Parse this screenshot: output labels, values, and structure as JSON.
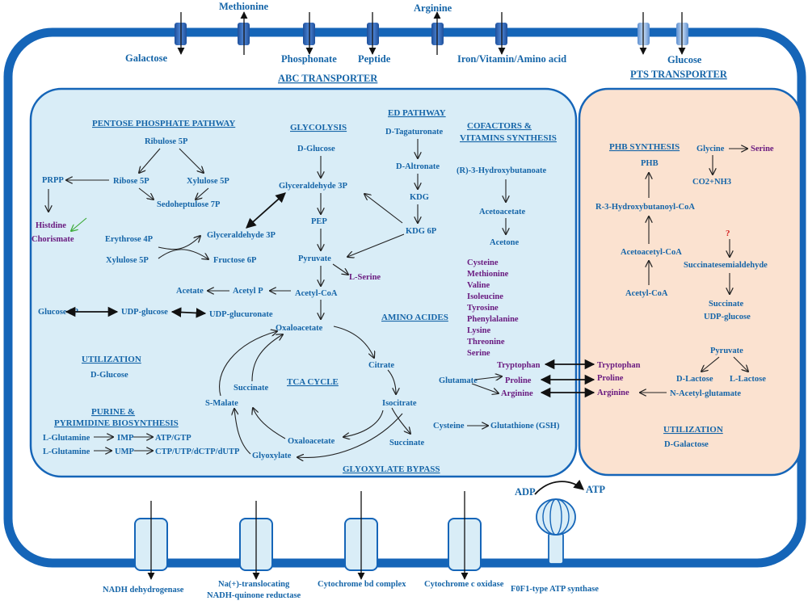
{
  "transporters": {
    "abc_title": "ABC TRANSPORTER",
    "pts_title": "PTS TRANSPORTER",
    "galactose": "Galactose",
    "methionine": "Methionine",
    "phosphonate": "Phosphonate",
    "peptide": "Peptide",
    "arginine": "Arginine",
    "iron_vitamin_amino": "Iron/Vitamin/Amino acid",
    "glucose": "Glucose"
  },
  "membrane": {
    "nadh_dehydrogenase": "NADH dehydrogenase",
    "na_translocating_1": "Na(+)-translocating",
    "na_translocating_2": "NADH-quinone reductase",
    "cyt_bd": "Cytochrome bd complex",
    "cyt_c": "Cytochrome c oxidase",
    "atp_synthase": "F0F1-type ATP synthase",
    "adp": "ADP",
    "atp": "ATP"
  },
  "ppp": {
    "title": "PENTOSE PHOSPHATE PATHWAY",
    "ribulose5p": "Ribulose 5P",
    "prpp": "PRPP",
    "ribose5p": "Ribose 5P",
    "xylulose5p_a": "Xylulose 5P",
    "sedoheptulose7p": "Sedoheptulose 7P",
    "histidine": "Histdine",
    "chorismate": "Chorismate",
    "erythrose4p": "Erythrose 4P",
    "xylulose5p_b": "Xylulose 5P",
    "glyceraldehyde3p_b": "Glyceraldehyde 3P",
    "fructose6p": "Fructose 6P"
  },
  "glycolysis": {
    "title": "GLYCOLYSIS",
    "d_glucose": "D-Glucose",
    "glyceraldehyde3p": "Glyceraldehyde 3P",
    "pep": "PEP",
    "pyruvate": "Pyruvate",
    "l_serine": "L-Serine",
    "acetyl_coa": "Acetyl-CoA",
    "acetyl_p": "Acetyl  P",
    "acetate": "Acetate",
    "glucose1p": "Glucose 1P",
    "udp_glucose": "UDP-glucose",
    "udp_glucuronate": "UDP-glucuronate"
  },
  "ed": {
    "title": "ED PATHWAY",
    "d_tagaturonate": "D-Tagaturonate",
    "d_altronate": "D-Altronate",
    "kdg": "KDG",
    "kdg6p": "KDG 6P"
  },
  "cofactors": {
    "title1": "COFACTORS &",
    "title2": "VITAMINS SYNTHESIS",
    "hydroxybutanoate": "(R)-3-Hydroxybutanoate",
    "acetoacetate": "Acetoacetate",
    "acetone": "Acetone"
  },
  "amino": {
    "title": "AMINO ACIDES",
    "list": [
      "Cysteine",
      "Methionine",
      "Valine",
      "Isoleucine",
      "Tyrosine",
      "Phenylalanine",
      "Lysine",
      "Threonine",
      "Serine"
    ],
    "tryptophan": "Tryptophan",
    "glutamate": "Glutamate",
    "proline": "Proline",
    "arginine": "Arginine",
    "cysteine": "Cysteine",
    "glutathione": "Glutathione (GSH)"
  },
  "tca": {
    "title": "TCA CYCLE",
    "oxaloacetate": "Oxaloacetate",
    "citrate": "Citrate",
    "isocitrate": "Isocitrate",
    "succinate": "Succinate",
    "s_malate": "S-Malate",
    "oxaloacetate_b": "Oxaloacetate",
    "succinate_b": "Succinate",
    "glyoxylate": "Glyoxylate",
    "bypass": "GLYOXYLATE BYPASS"
  },
  "utilization_left": {
    "title": "UTILIZATION",
    "d_glucose": "D-Glucose"
  },
  "purine": {
    "title1": "PURINE &",
    "title2": "PYRIMIDINE BIOSYNTHESIS",
    "l_glutamine_1": "L-Glutamine",
    "imp": "IMP",
    "atp_gtp": "ATP/GTP",
    "l_glutamine_2": "L-Glutamine",
    "ump": "UMP",
    "ctp": "CTP/UTP/dCTP/dUTP"
  },
  "phb": {
    "title": "PHB SYNTHESIS",
    "phb": "PHB",
    "glycine": "Glycine",
    "serine": "Serine",
    "co2_nh3": "CO2+NH3",
    "r3hb_coa": "R-3-Hydroxybutanoyl-CoA",
    "question": "?",
    "acetoacetyl_coa": "Acetoacetyl-CoA",
    "succinatesemialdehyde": "Succinatesemialdehyde",
    "acetyl_coa": "Acetyl-CoA",
    "succinate": "Succinate",
    "udp_glucose": "UDP-glucose",
    "pyruvate": "Pyruvate",
    "d_lactose": "D-Lactose",
    "l_lactose": "L-Lactose",
    "tryptophan": "Tryptophan",
    "proline": "Proline",
    "arginine": "Arginine",
    "n_acetyl_glutamate": "N-Acetyl-glutamate",
    "utilization": "UTILIZATION",
    "d_galactose": "D-Galactose"
  },
  "colors": {
    "membrane": "#1565b8",
    "text_blue": "#1565a8",
    "text_purple": "#6a1b80",
    "cytoplasm_fill": "#d9edf7",
    "phb_fill": "#fbe2d0",
    "green_arrow": "#3aaa35",
    "question_red": "#d42020"
  }
}
